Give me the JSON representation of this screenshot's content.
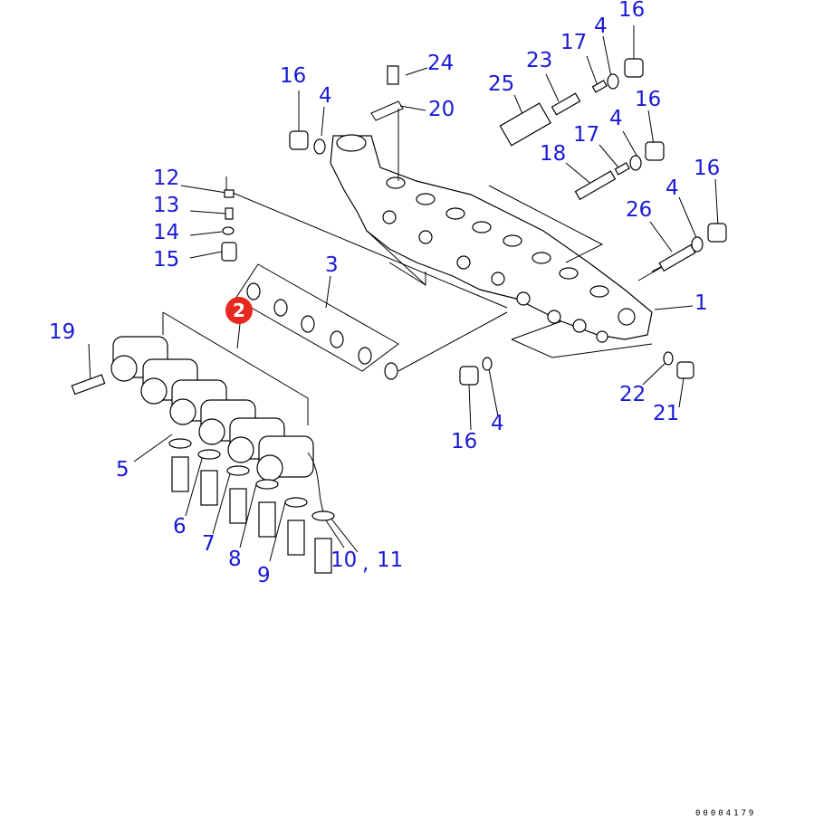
{
  "diagram": {
    "callouts": {
      "c1": "1",
      "c3": "3",
      "c4a": "4",
      "c4b": "4",
      "c4c": "4",
      "c4d": "4",
      "c4e": "4",
      "c5": "5",
      "c6": "6",
      "c7": "7",
      "c8": "8",
      "c9": "9",
      "c10": "10",
      "c11": "11",
      "c12": "12",
      "c13": "13",
      "c14": "14",
      "c15": "15",
      "c16a": "16",
      "c16b": "16",
      "c16c": "16",
      "c16d": "16",
      "c16e": "16",
      "c17a": "17",
      "c17b": "17",
      "c18": "18",
      "c19": "19",
      "c20": "20",
      "c21": "21",
      "c22": "22",
      "c23": "23",
      "c24": "24",
      "c25": "25",
      "c26": "26",
      "comma": ","
    },
    "highlight_badge": "2",
    "document_number": "00004179",
    "colors": {
      "callout": "#1a1ad6",
      "badge": "#e8281e",
      "line": "#000000"
    }
  }
}
